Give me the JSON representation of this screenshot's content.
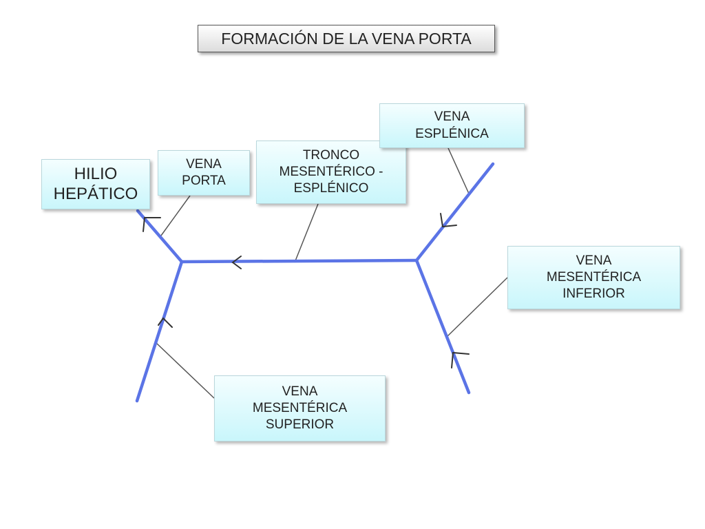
{
  "title": "FORMACIÓN DE LA VENA PORTA",
  "labels": {
    "hilio_hepatico": "HILIO\nHEPÁTICO",
    "vena_porta": "VENA\nPORTA",
    "tronco_mesenterico_esplenico": "TRONCO\nMESENTÉRICO -\nESPLÉNICO",
    "vena_esplenica": "VENA\nESPLÉNICA",
    "vena_mesenterica_inferior": "VENA\nMESENTÉRICA\nINFERIOR",
    "vena_mesenterica_superior": "VENA\nMESENTÉRICA\nSUPERIOR"
  },
  "colors": {
    "vein": "#5b74e6",
    "leader": "#555555",
    "arrow": "#333333",
    "box_fill_top": "#f4feff",
    "box_fill_bottom": "#c9f6fb"
  }
}
